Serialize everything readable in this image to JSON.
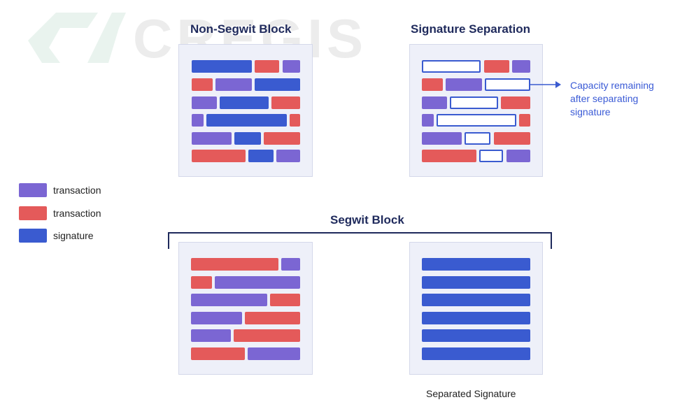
{
  "watermark": {
    "text": "CREGIS"
  },
  "titles": {
    "non_segwit": "Non-Segwit Block",
    "signature_separation": "Signature Separation",
    "segwit": "Segwit Block"
  },
  "annotation": {
    "capacity_line1": "Capacity remaining",
    "capacity_line2": "after separating",
    "capacity_line3": "signature"
  },
  "legend": {
    "items": [
      {
        "label": "transaction",
        "color": "#7b66d3"
      },
      {
        "label": "transaction",
        "color": "#e45a5a"
      },
      {
        "label": "signature",
        "color": "#3a5bd0"
      }
    ]
  },
  "captions": {
    "separated_signature": "Separated Signature"
  },
  "colors": {
    "purple": "#7b66d3",
    "red": "#e45a5a",
    "blue": "#3a5bd0",
    "outline": "#3a5bd0",
    "title": "#1f2a5c"
  }
}
